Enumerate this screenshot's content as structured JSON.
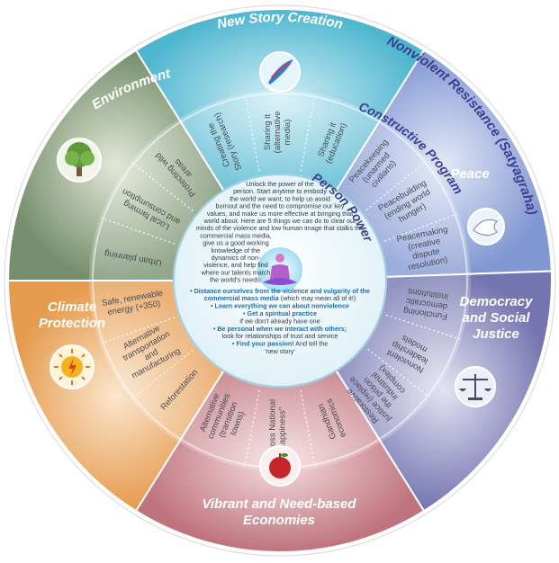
{
  "sectors": {
    "new_story": {
      "title": "New Story Creation",
      "items": [
        "Creating the Story (research)",
        "Sharing it (alternative media)",
        "Sharing it (education)"
      ]
    },
    "environment": {
      "title": "Environment",
      "items": [
        "Urban planning",
        "Local farming and consumption",
        "Protecting wild areas"
      ]
    },
    "climate": {
      "title_line1": "Climate",
      "title_line2": "Protection",
      "items": [
        "Reforestation",
        "Alternative transportation and manufacturing",
        "Safe, renewable energy (+350)"
      ]
    },
    "economies": {
      "title_line1": "Vibrant and Need-based",
      "title_line2": "Economies",
      "items": [
        "Gandhian economics",
        "\"Gross National Happiness\"",
        "Alternative communities (transition towns)"
      ]
    },
    "democracy": {
      "title_line1": "Democracy",
      "title_line2": "and Social",
      "title_line3": "Justice",
      "items": [
        "Functioning democratic institutions",
        "Nonviolent leadership models",
        "Restorative justice (replace the prison industrial complex)"
      ]
    },
    "peace": {
      "title": "Peace",
      "items": [
        "Peacekeeping (unarmed civilians)",
        "Peacebuilding (ending world hunger)",
        "Peacemaking (creative dispute resolution)"
      ]
    }
  },
  "ring_labels": {
    "nonviolent_resistance": "Nonviolent Resistance (Satyagraha)",
    "constructive_program": "Constructive Program",
    "person_power": "Person Power"
  },
  "center": {
    "intro_lines": [
      "Unlock the power of the",
      "person. Start anytime to embody",
      "the world we want, to help us avoid",
      "burnout and the need to compromise our key",
      "values, and make us more effective at bringing that",
      "world about. Here are 5 things we can do to clear our",
      "minds of the violence and low human image that stalks the",
      "commercial mass media,",
      "give us a good working",
      "knowledge of the",
      "dynamics of non-",
      "violence, and help find",
      "where our talents match",
      "the world's needs:"
    ],
    "bullets": [
      {
        "bold": "• Distance ourselves from the violence and vulgarity of the",
        "bold2": "commercial mass media",
        "rest": " (which may mean all of it!)"
      },
      {
        "bold": "• Learn everything we can about nonviolence",
        "bold2": "",
        "rest": ""
      },
      {
        "bold": "• Get a spiritual practice",
        "bold2": "",
        "rest": " if we don't already have one"
      },
      {
        "bold": "• Be personal when we interact with others;",
        "bold2": "",
        "rest": "look for relationships of trust and service"
      },
      {
        "bold": "• Find your passion!",
        "bold2": "",
        "rest": " And tell the"
      }
    ],
    "closing": "'new story'"
  },
  "icons": {
    "new_story": "quill-icon",
    "environment": "tree-icon",
    "climate": "sun-icon",
    "economies": "apple-icon",
    "democracy": "scales-icon",
    "peace": "dove-icon",
    "person": "meditating-person-icon"
  },
  "colors": {
    "new_story": "#5bbfd6",
    "environment": "#7f9a74",
    "climate": "#e7a25a",
    "economies": "#c57d86",
    "democracy": "#7d7eb8",
    "peace": "#8ca2d8",
    "ring_dark": "#3a3f8f"
  }
}
